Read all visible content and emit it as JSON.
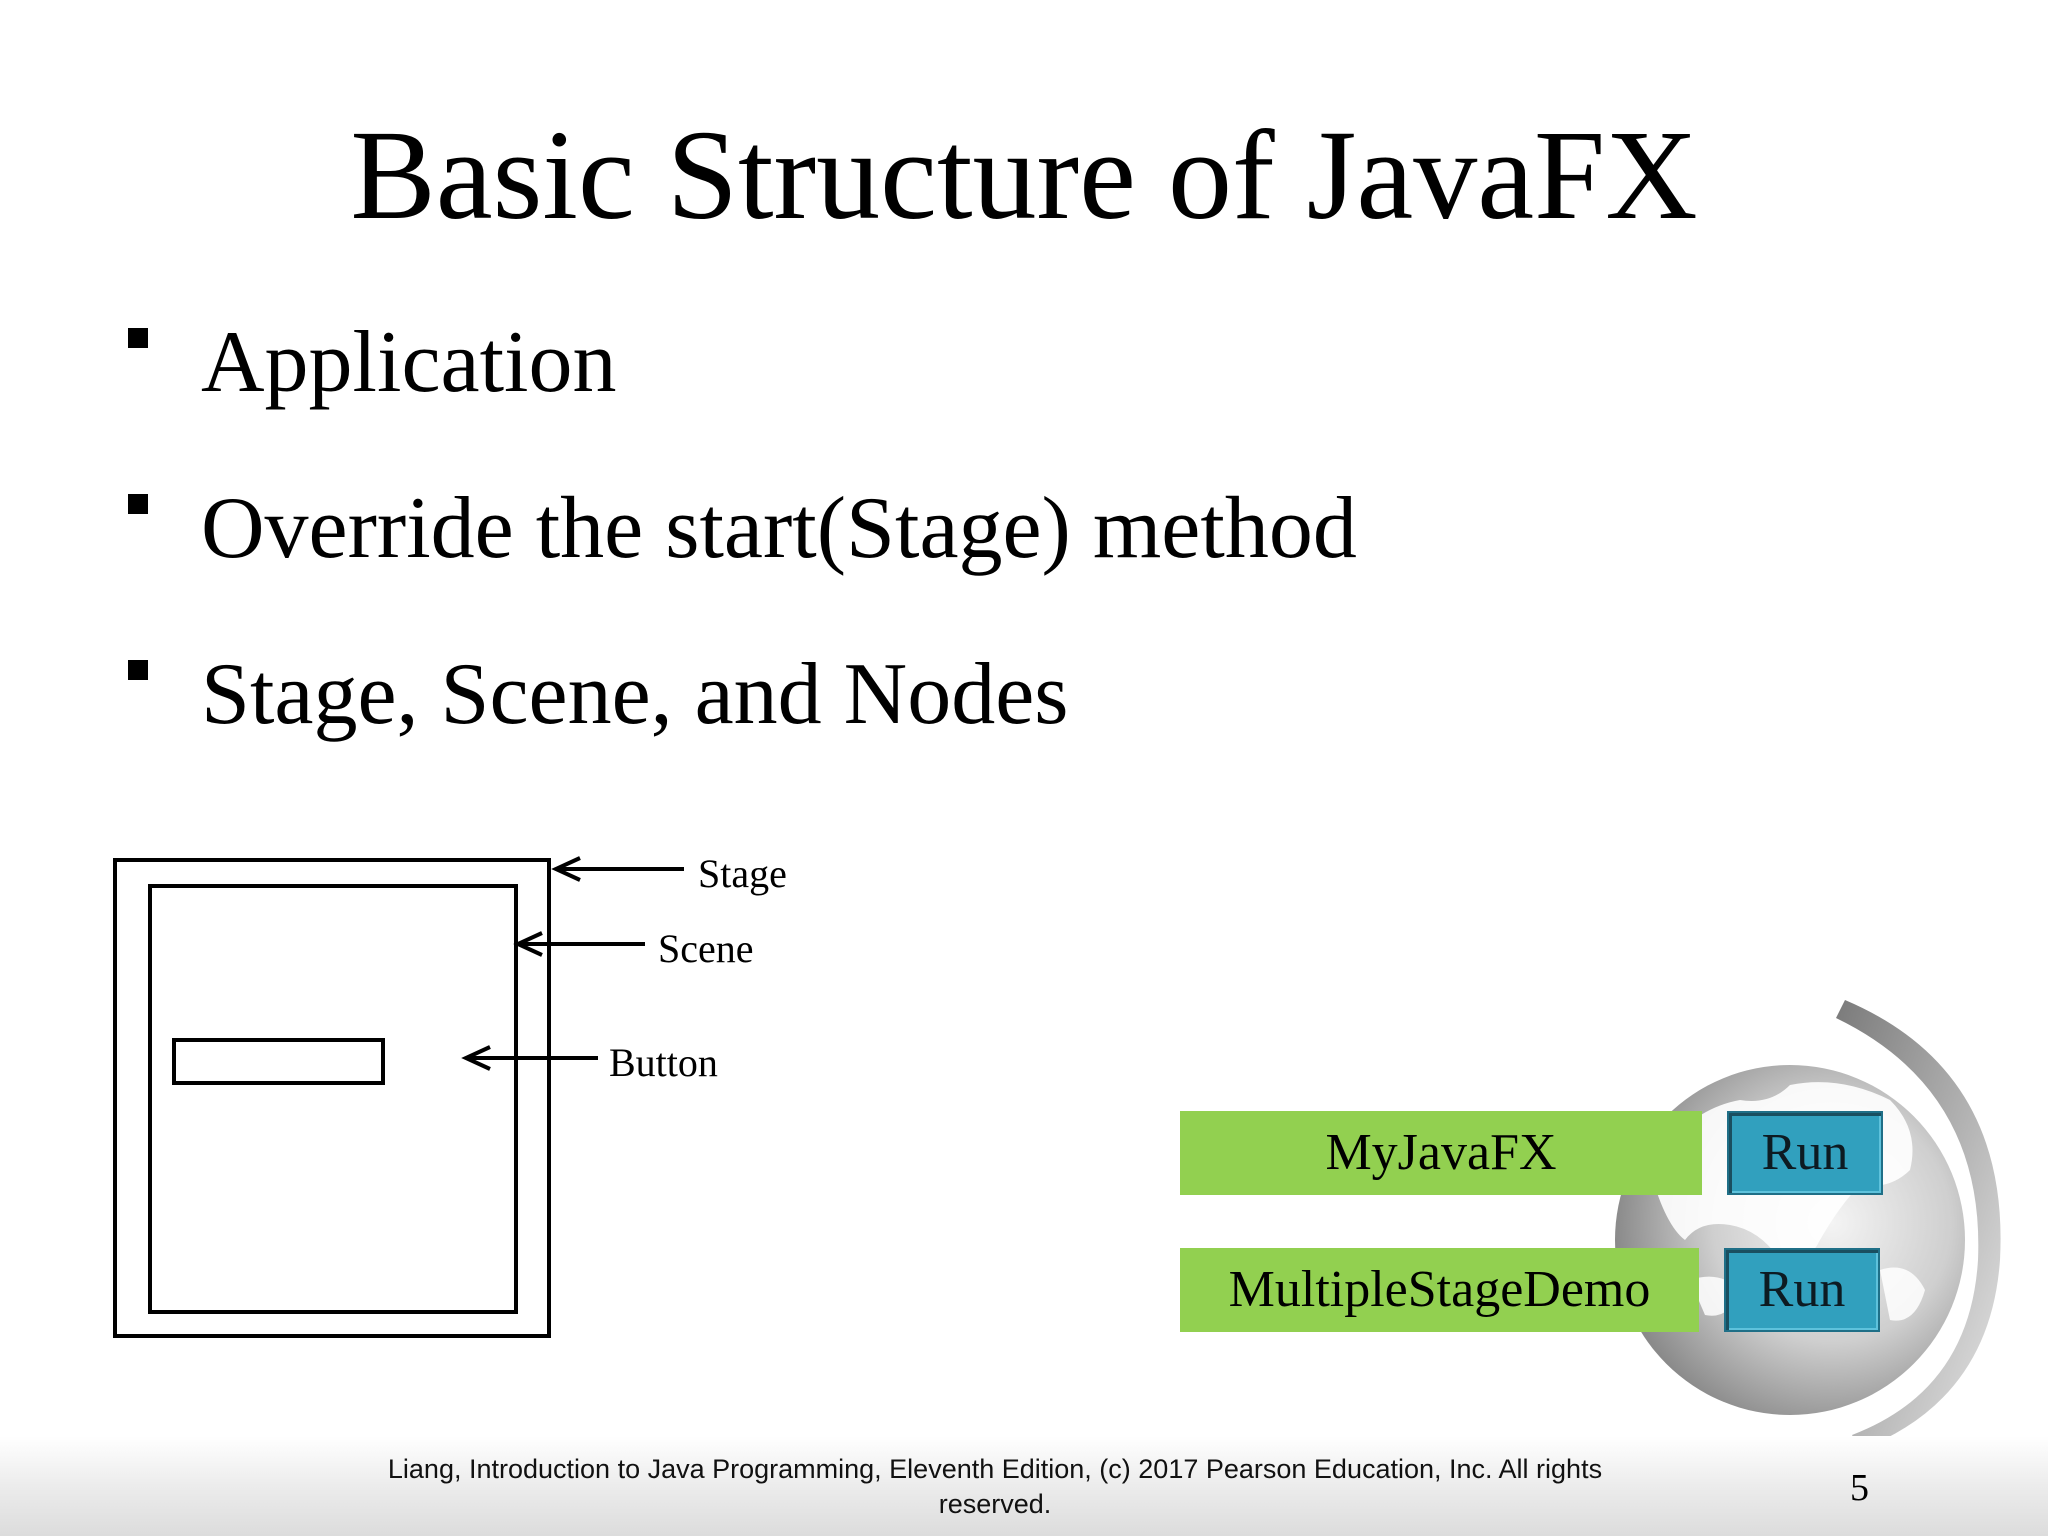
{
  "slide": {
    "title": "Basic Structure of JavaFX",
    "bullets": [
      "Application",
      "Override the start(Stage) method",
      "Stage, Scene, and Nodes"
    ],
    "diagram": {
      "labels": {
        "stage": "Stage",
        "scene": "Scene",
        "button": "Button"
      }
    },
    "demos": [
      {
        "name": "MyJavaFX",
        "run_label": "Run"
      },
      {
        "name": "MultipleStageDemo",
        "run_label": "Run"
      }
    ],
    "footer": "Liang, Introduction to Java Programming, Eleventh Edition, (c) 2017 Pearson Education, Inc. All rights reserved.",
    "page_number": "5"
  },
  "colors": {
    "demo_name_background": "#92d050",
    "run_button_background": "#31a0be",
    "footer_gradient": "#dcdcdc"
  },
  "icons": {
    "bullet": "square-bullet-icon",
    "globe": "globe-decoration-icon",
    "arrow": "arrow-left-icon"
  }
}
